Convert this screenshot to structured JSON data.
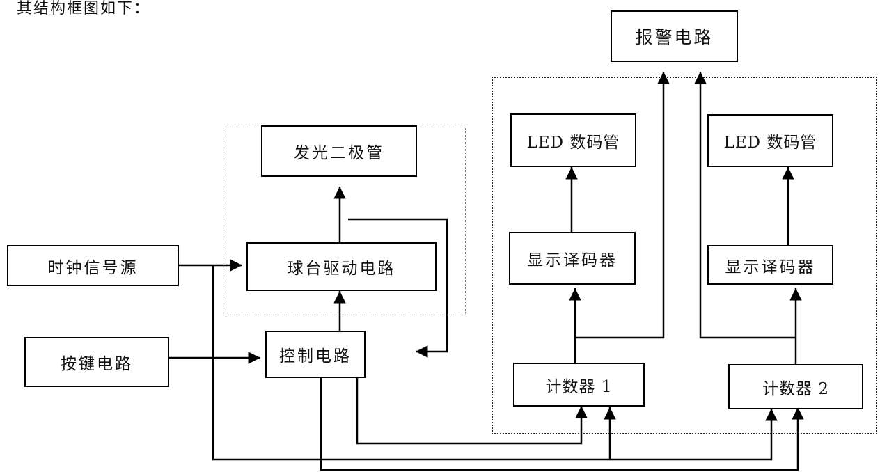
{
  "caption": "其结构框图如下：",
  "blocks": {
    "alarm": "报警电路",
    "led_tube": "发光二极管",
    "led_display_1": "LED 数码管",
    "led_display_2": "LED 数码管",
    "clock": "时钟信号源",
    "table_driver": "球台驱动电路",
    "decoder_1": "显示译码器",
    "decoder_2": "显示译码器",
    "keys": "按键电路",
    "control": "控制电路",
    "counter_1": "计数器 1",
    "counter_2": "计数器 2"
  },
  "groups": [
    "ball-table-group",
    "score-display-group"
  ],
  "connections": [
    {
      "from": "时钟信号源",
      "to": "球台驱动电路"
    },
    {
      "from": "时钟信号源",
      "to": "计数器 1"
    },
    {
      "from": "时钟信号源",
      "to": "计数器 2"
    },
    {
      "from": "球台驱动电路",
      "to": "发光二极管"
    },
    {
      "from": "球台驱动电路",
      "to": "控制电路"
    },
    {
      "from": "控制电路",
      "to": "球台驱动电路"
    },
    {
      "from": "按键电路",
      "to": "控制电路"
    },
    {
      "from": "控制电路",
      "to": "计数器 1"
    },
    {
      "from": "控制电路",
      "to": "计数器 2"
    },
    {
      "from": "计数器 1",
      "to": "显示译码器"
    },
    {
      "from": "计数器 1",
      "to": "报警电路"
    },
    {
      "from": "计数器 2",
      "to": "显示译码器"
    },
    {
      "from": "计数器 2",
      "to": "报警电路"
    },
    {
      "from": "显示译码器",
      "to": "LED 数码管"
    }
  ]
}
